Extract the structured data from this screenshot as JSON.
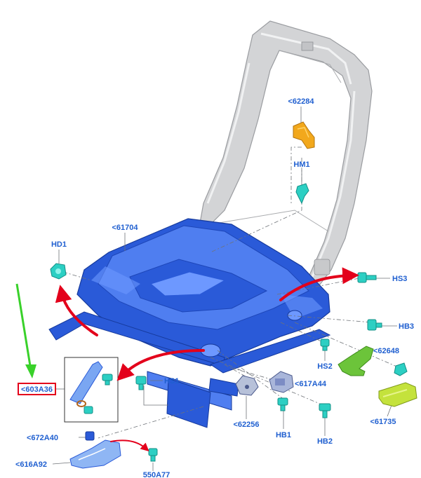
{
  "colors": {
    "label": "#1f5fd0",
    "highlight_box": "#e3001b",
    "arrow_red": "#e3001b",
    "arrow_green": "#39d12a",
    "frame_blue": "#2a5ad8",
    "frame_blue_light": "#4f7ef0",
    "frame_grey": "#d3d4d6",
    "fastener_teal": "#2ccfc3",
    "part_yellow": "#f2a81c",
    "part_green": "#6cc43a",
    "part_green_light": "#c4e23c"
  },
  "labels": {
    "p62284": "<62284",
    "hm1": "HM1",
    "p61704": "<61704",
    "hd1": "HD1",
    "hs3": "HS3",
    "hb3": "HB3",
    "p62648": "<62648",
    "hs2": "HS2",
    "p603a36": "<603A36",
    "hs1": "HS1",
    "p617a44": "<617A44",
    "p62256": "<62256",
    "hb1": "HB1",
    "hb2": "HB2",
    "p61735": "<61735",
    "p672a40": "<672A40",
    "p616a92": "<616A92",
    "p550a77": "550A77"
  }
}
